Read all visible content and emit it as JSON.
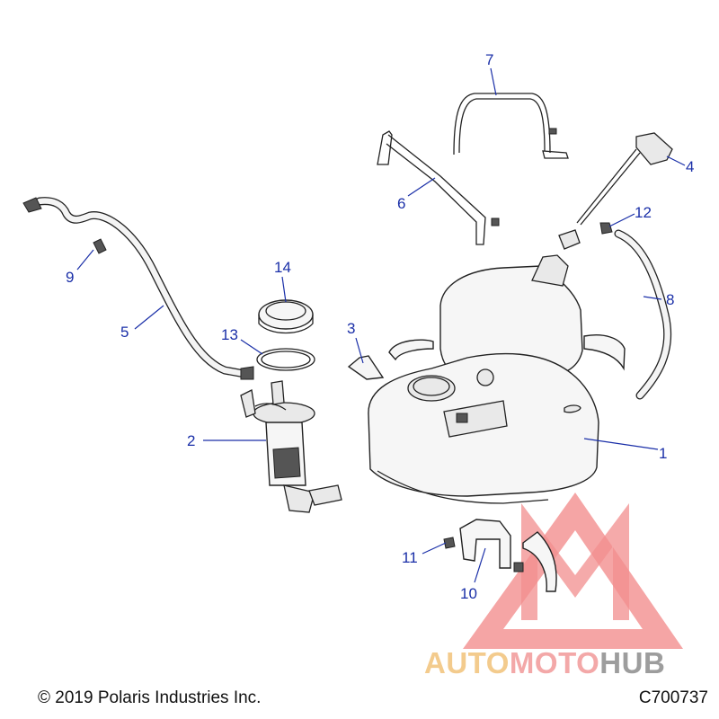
{
  "callouts": {
    "c1": "1",
    "c2": "2",
    "c3": "3",
    "c4": "4",
    "c5": "5",
    "c6": "6",
    "c7": "7",
    "c8": "8",
    "c9": "9",
    "c10": "10",
    "c11": "11",
    "c12": "12",
    "c13": "13",
    "c14": "14"
  },
  "footer": {
    "copyright": "© 2019 Polaris Industries Inc.",
    "drawing_number": "C700737"
  },
  "watermark": {
    "part_a": "AUTO",
    "part_b": "MOTO",
    "part_c": "HUB",
    "colors": {
      "auto": "#f2c27a",
      "moto": "#f29a9a",
      "hub": "#8c8c8c",
      "triangle": "#f07b7b"
    }
  },
  "colors": {
    "callout": "#1a2fa8",
    "outline": "#222222"
  }
}
